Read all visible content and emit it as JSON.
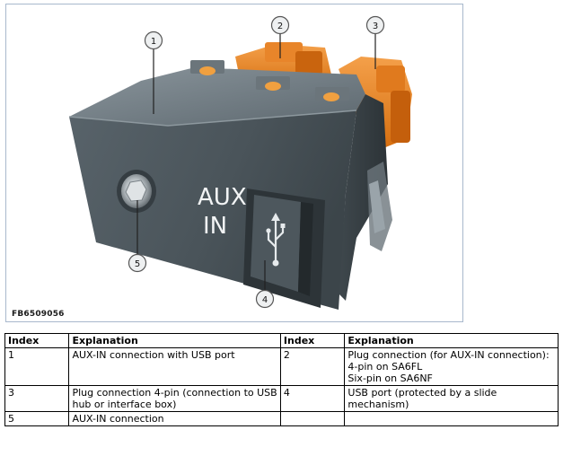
{
  "figure": {
    "id": "FB6509056",
    "labels": {
      "aux": "AUX",
      "in": "IN"
    },
    "callouts": [
      "1",
      "2",
      "3",
      "4",
      "5"
    ]
  },
  "table": {
    "headers": [
      "Index",
      "Explanation",
      "Index",
      "Explanation"
    ],
    "rows": [
      {
        "i1": "1",
        "e1": [
          "AUX-IN connection with USB port"
        ],
        "i2": "2",
        "e2": [
          "Plug connection (for AUX-IN connection):",
          "4-pin on SA6FL",
          "Six-pin on SA6NF"
        ]
      },
      {
        "i1": "3",
        "e1": [
          "Plug connection 4-pin (connection to USB hub or interface box)"
        ],
        "i2": "4",
        "e2": [
          "USB port (protected by a slide mechanism)"
        ]
      },
      {
        "i1": "5",
        "e1": [
          "AUX-IN connection"
        ],
        "i2": "",
        "e2": [
          ""
        ]
      }
    ]
  }
}
